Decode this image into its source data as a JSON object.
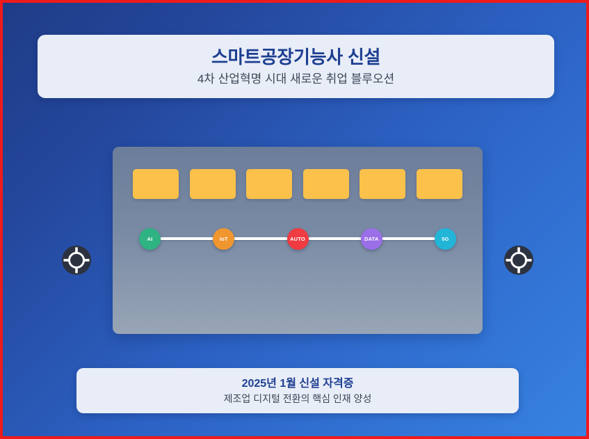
{
  "theme": {
    "border_color": "#ef1b1b",
    "background_gradient_from": "#1f3c86",
    "background_gradient_to": "#3782e2",
    "card_background": "#e9edf7",
    "heading_color": "#1d3f91",
    "body_text_color": "#3b4757",
    "panel_gradient_from": "#6c7d9a",
    "panel_gradient_to": "#98a5b6",
    "module_bar_color": "#fbc14a",
    "connector_color": "#ffffff"
  },
  "header": {
    "title": "스마트공장기능사 신설",
    "subtitle": "4차 산업혁명 시대 새로운 취업 블루오션"
  },
  "stage": {
    "module_bars": [
      {
        "id": "module-1"
      },
      {
        "id": "module-2"
      },
      {
        "id": "module-3"
      },
      {
        "id": "module-4"
      },
      {
        "id": "module-5"
      },
      {
        "id": "module-6"
      }
    ],
    "nodes": [
      {
        "label": "AI",
        "color": "#2fb383"
      },
      {
        "label": "IoT",
        "color": "#f0962f"
      },
      {
        "label": "AUTO",
        "color": "#ef3b42"
      },
      {
        "label": "DATA",
        "color": "#9b6fe8"
      },
      {
        "label": "5G",
        "color": "#22b5d8"
      }
    ]
  },
  "side_icons": [
    {
      "name": "crosshair-icon-left"
    },
    {
      "name": "crosshair-icon-right"
    }
  ],
  "footer": {
    "title": "2025년 1월 신설 자격증",
    "subtitle": "제조업 디지털 전환의 핵심 인재 양성"
  }
}
